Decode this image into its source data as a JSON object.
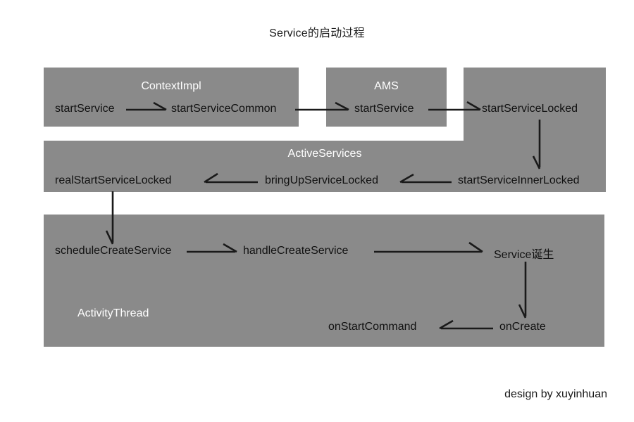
{
  "title": "Service的启动过程",
  "footer": "design by xuyinhuan",
  "colors": {
    "box_fill": "#8a8a8a",
    "box_label": "#ffffff",
    "node_text": "#111111",
    "arrow": "#1a1a1a",
    "background": "#ffffff"
  },
  "groups": [
    {
      "id": "contextimpl",
      "label": "ContextImpl"
    },
    {
      "id": "ams",
      "label": "AMS"
    },
    {
      "id": "activeservices",
      "label": "ActiveServices"
    },
    {
      "id": "activitythread",
      "label": "ActivityThread"
    }
  ],
  "nodes": [
    {
      "id": "startService",
      "label": "startService",
      "group": "contextimpl"
    },
    {
      "id": "startServiceCommon",
      "label": "startServiceCommon",
      "group": "contextimpl"
    },
    {
      "id": "amsStartService",
      "label": "startService",
      "group": "ams"
    },
    {
      "id": "startServiceLocked",
      "label": "startServiceLocked",
      "group": "activeservices"
    },
    {
      "id": "startServiceInnerLocked",
      "label": "startServiceInnerLocked",
      "group": "activeservices"
    },
    {
      "id": "bringUpServiceLocked",
      "label": "bringUpServiceLocked",
      "group": "activeservices"
    },
    {
      "id": "realStartServiceLocked",
      "label": "realStartServiceLocked",
      "group": "activeservices"
    },
    {
      "id": "scheduleCreateService",
      "label": "scheduleCreateService",
      "group": "activitythread"
    },
    {
      "id": "handleCreateService",
      "label": "handleCreateService",
      "group": "activitythread"
    },
    {
      "id": "serviceBorn",
      "label": "Service诞生",
      "group": "activitythread"
    },
    {
      "id": "onCreate",
      "label": "onCreate",
      "group": "activitythread"
    },
    {
      "id": "onStartCommand",
      "label": "onStartCommand",
      "group": "activitythread"
    }
  ],
  "edges": [
    {
      "from": "startService",
      "to": "startServiceCommon",
      "direction": "right"
    },
    {
      "from": "startServiceCommon",
      "to": "amsStartService",
      "direction": "right"
    },
    {
      "from": "amsStartService",
      "to": "startServiceLocked",
      "direction": "right"
    },
    {
      "from": "startServiceLocked",
      "to": "startServiceInnerLocked",
      "direction": "down"
    },
    {
      "from": "startServiceInnerLocked",
      "to": "bringUpServiceLocked",
      "direction": "left"
    },
    {
      "from": "bringUpServiceLocked",
      "to": "realStartServiceLocked",
      "direction": "left"
    },
    {
      "from": "realStartServiceLocked",
      "to": "scheduleCreateService",
      "direction": "down"
    },
    {
      "from": "scheduleCreateService",
      "to": "handleCreateService",
      "direction": "right"
    },
    {
      "from": "handleCreateService",
      "to": "serviceBorn",
      "direction": "right"
    },
    {
      "from": "serviceBorn",
      "to": "onCreate",
      "direction": "down"
    },
    {
      "from": "onCreate",
      "to": "onStartCommand",
      "direction": "left"
    }
  ]
}
